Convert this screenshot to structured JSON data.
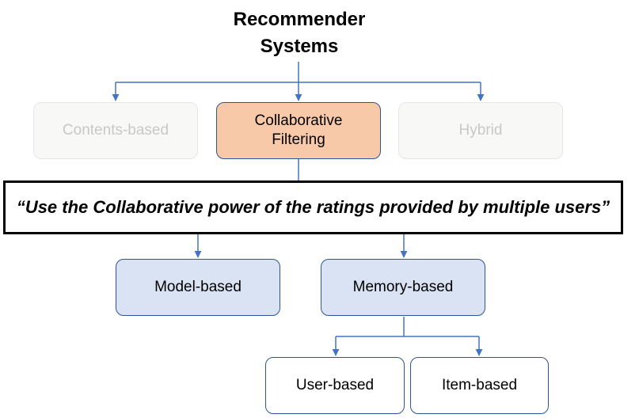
{
  "title": {
    "line1": "Recommender",
    "line2": "Systems"
  },
  "level1": {
    "contents_based": "Contents-based",
    "collaborative_line1": "Collaborative",
    "collaborative_line2": "Filtering",
    "hybrid": "Hybrid"
  },
  "quote": "“Use the Collaborative power of the ratings provided by multiple users”",
  "level2": {
    "model_based": "Model-based",
    "memory_based": "Memory-based"
  },
  "level3": {
    "user_based": "User-based",
    "item_based": "Item-based"
  },
  "colors": {
    "connector": "#4472c4",
    "highlight_fill": "#f7c9a8",
    "blue_fill": "#dae3f3",
    "faded_fill": "#f8f8f6",
    "node_border": "#2f5496"
  }
}
